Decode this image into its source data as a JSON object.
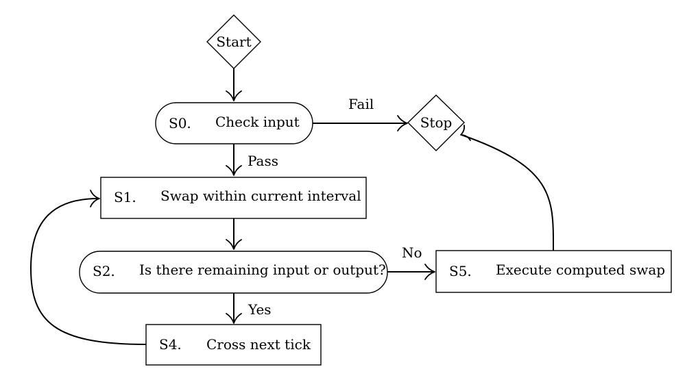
{
  "nodes": {
    "start": {
      "label": "Start"
    },
    "stop": {
      "label": "Stop"
    },
    "s0": {
      "step": "S0.",
      "label": "Check input"
    },
    "s1": {
      "step": "S1.",
      "label": "Swap within current interval"
    },
    "s2": {
      "step": "S2.",
      "label": "Is there remaining input or output?"
    },
    "s4": {
      "step": "S4.",
      "label": "Cross next tick"
    },
    "s5": {
      "step": "S5.",
      "label": "Execute computed swap"
    }
  },
  "edges": {
    "fail": "Fail",
    "pass": "Pass",
    "no": "No",
    "yes": "Yes"
  }
}
